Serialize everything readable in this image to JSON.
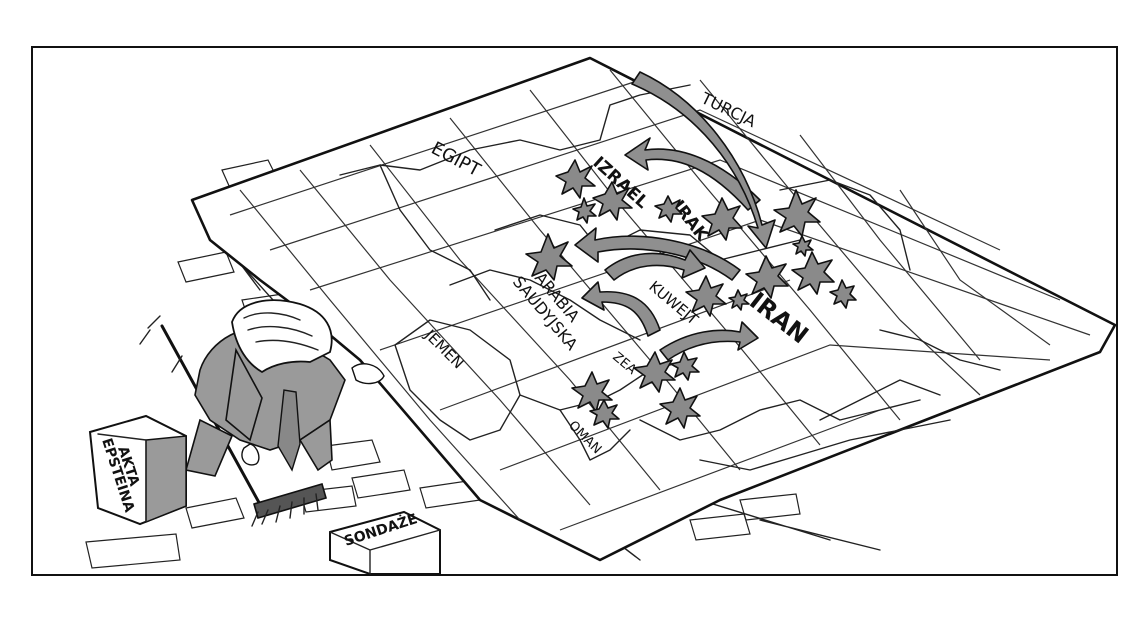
{
  "labels": {
    "turcja": "TURCJA",
    "egipt": "EGIPT",
    "izrael": "IZRAEL",
    "irak": "IRAK",
    "arabia": "ARABIA",
    "saudyjska": "SAUDYJSKA",
    "kuwejt": "KUWEJT",
    "iran": "IRAN",
    "jemen": "JEMEN",
    "zea": "ZEA",
    "oman": "OMAN"
  },
  "boxes": {
    "epstein_line1": "AKTA",
    "epstein_line2": "EPSTEINA",
    "sondaze": "SONDAŻE"
  },
  "colors": {
    "ink": "#111111",
    "fill_gray": "#8f8f8f",
    "paper": "#ffffff"
  }
}
